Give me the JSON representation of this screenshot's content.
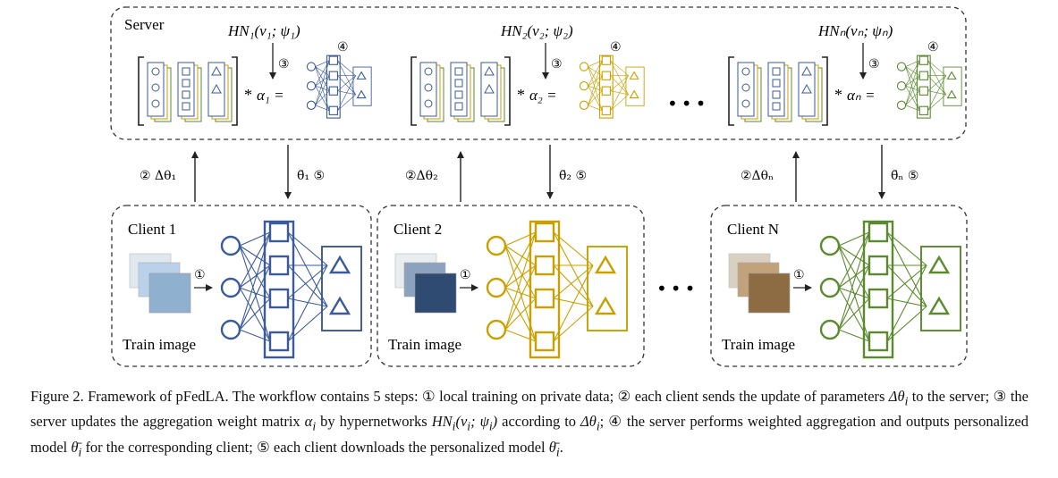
{
  "server": {
    "label": "Server",
    "multiply": "*",
    "ellipsis": "•••",
    "groups": [
      {
        "hn": "HN₁(v₁; ψ₁)",
        "step3": "③",
        "step4": "④",
        "alpha": "α₁ =",
        "color": "#3a5a9c"
      },
      {
        "hn": "HN₂(v₂; ψ₂)",
        "step3": "③",
        "step4": "④",
        "alpha": "α₂ =",
        "color": "#c9a000"
      },
      {
        "hn": "HNₙ(vₙ; ψₙ)",
        "step3": "③",
        "step4": "④",
        "alpha": "αₙ =",
        "color": "#5a8a2e"
      }
    ]
  },
  "links": [
    {
      "up": "② Δθ₁",
      "down": "θ̄₁ ⑤"
    },
    {
      "up": "②Δθ₂",
      "down": "θ̄₂ ⑤"
    },
    {
      "up": "②Δθₙ",
      "down": "θ̄ₙ ⑤"
    }
  ],
  "clients": [
    {
      "label": "Client 1",
      "step1": "①",
      "train": "Train image",
      "color": "#3a5a9c"
    },
    {
      "label": "Client 2",
      "step1": "①",
      "train": "Train image",
      "color": "#c9a000"
    },
    {
      "label": "Client N",
      "step1": "①",
      "train": "Train image",
      "color": "#5a8a2e"
    }
  ],
  "clients_ellipsis": "•••",
  "caption": {
    "p1": "Figure 2.  Framework of pFedLA. The workflow contains 5 steps: ① local training on private data; ② each client sends the update of parameters ",
    "m1": "Δθ",
    "m1s": "i",
    "p2": " to the server; ③ the server updates the aggregation weight matrix ",
    "m2": "α",
    "m2s": "i",
    "p3": " by hypernetworks ",
    "m3": "HN",
    "m3s": "i",
    "m3b": "(v",
    "m3bs": "i",
    "m3c": "; ψ",
    "m3cs": "i",
    "m3d": ")",
    "p4": " according to ",
    "m4": "Δθ",
    "m4s": "i",
    "p5": ";  ④ the server performs weighted aggregation and outputs personalized model ",
    "m5": "θ̄",
    "m5s": "i",
    "p6": " for the corresponding client; ⑤ each client downloads the personalized model ",
    "m6": "θ̄",
    "m6s": "i",
    "p7": "."
  }
}
